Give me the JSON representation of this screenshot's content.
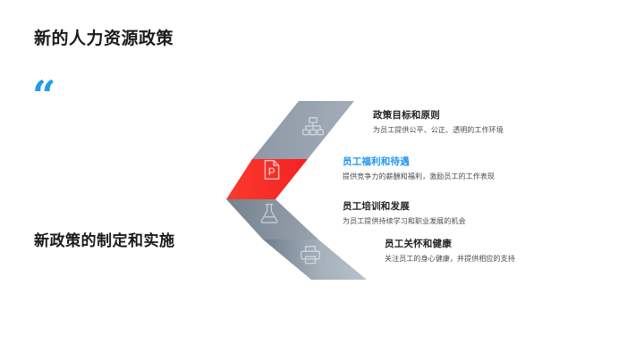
{
  "slide": {
    "title": "新的人力资源政策",
    "quote_glyph": "“",
    "subtitle": "新政策的制定和实施"
  },
  "colors": {
    "accent_blue": "#2196f3",
    "quote_blue": "#1e9cf0",
    "band_red": "#f72d24",
    "band_gray_dark": "#5c6b7a",
    "band_gray": "#98a2ad",
    "band_gray_light": "#aab4bf",
    "title_black": "#1a1a1a",
    "body_gray": "#4a4a4a"
  },
  "chevron": {
    "bands": [
      {
        "icon": "org-chart-icon",
        "fill": "#98a2ad",
        "highlighted": false
      },
      {
        "icon": "presentation-file-icon",
        "fill": "#f72d24",
        "highlighted": true
      },
      {
        "icon": "flask-icon",
        "fill": "#7d8a98",
        "highlighted": false
      },
      {
        "icon": "printer-icon",
        "fill": "#aab4bf",
        "highlighted": false
      }
    ]
  },
  "items": [
    {
      "heading": "政策目标和原则",
      "description": "为员工提供公平、公正、透明的工作环境",
      "highlighted": false
    },
    {
      "heading": "员工福利和待遇",
      "description": "提供竞争力的薪酬和福利，激励员工的工作表现",
      "highlighted": true
    },
    {
      "heading": "员工培训和发展",
      "description": "为员工提供持续学习和职业发展的机会",
      "highlighted": false
    },
    {
      "heading": "员工关怀和健康",
      "description": "关注员工的身心健康，并提供相应的支持",
      "highlighted": false
    }
  ]
}
